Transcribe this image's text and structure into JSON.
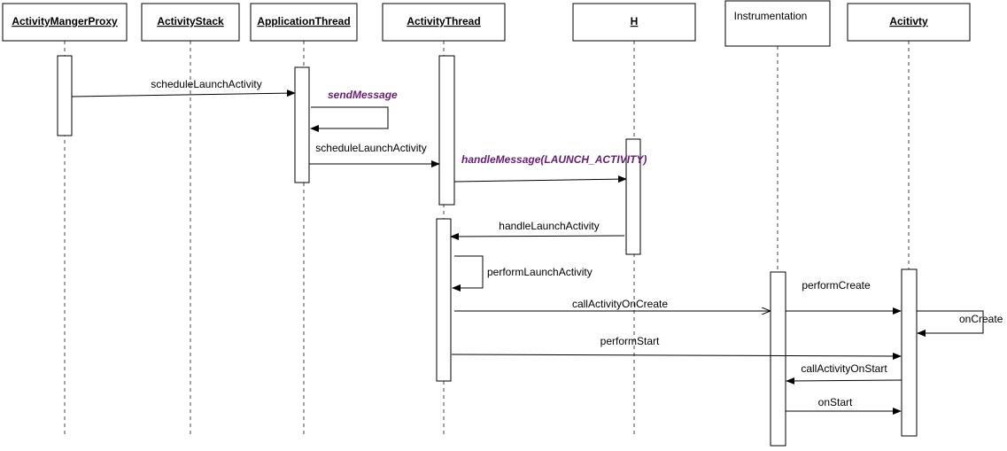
{
  "participants": [
    {
      "id": "amp",
      "label": "ActivityMangerProxy",
      "underline": true
    },
    {
      "id": "as",
      "label": "ActivityStack",
      "underline": true
    },
    {
      "id": "at",
      "label": "ApplicationThread",
      "underline": true
    },
    {
      "id": "athr",
      "label": "ActivityThread",
      "underline": true
    },
    {
      "id": "h",
      "label": "H",
      "underline": true
    },
    {
      "id": "inst",
      "label": "Instrumentation",
      "underline": false
    },
    {
      "id": "act",
      "label": "Acitivty",
      "underline": true
    }
  ],
  "messages": [
    {
      "id": "m1",
      "label": "scheduleLaunchActivity"
    },
    {
      "id": "m2",
      "label": "sendMessage"
    },
    {
      "id": "m3",
      "label": "scheduleLaunchActivity"
    },
    {
      "id": "m4",
      "label": "handleMessage(LAUNCH_ACTIVITY)"
    },
    {
      "id": "m5",
      "label": "handleLaunchActivity"
    },
    {
      "id": "m6",
      "label": "performLaunchActivity"
    },
    {
      "id": "m7",
      "label": "callActivityOnCreate"
    },
    {
      "id": "m8",
      "label": "performCreate"
    },
    {
      "id": "m9",
      "label": "onCreate"
    },
    {
      "id": "m10",
      "label": "performStart"
    },
    {
      "id": "m11",
      "label": "callActivityOnStart"
    },
    {
      "id": "m12",
      "label": "onStart"
    }
  ],
  "colors": {
    "accent_text": "#6a1b7a",
    "line": "#000000",
    "lifeline": "#444444"
  }
}
